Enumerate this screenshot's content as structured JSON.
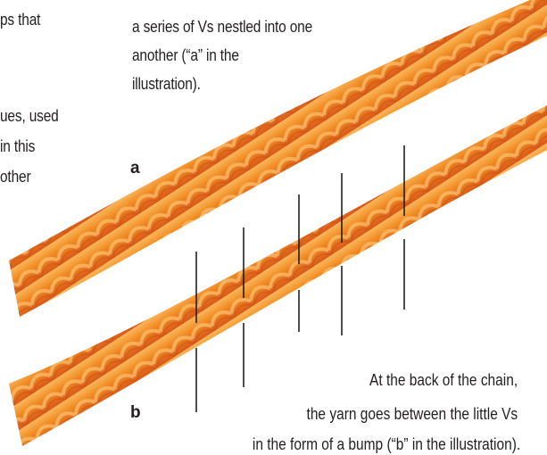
{
  "left_column": {
    "lines": [
      "ps that",
      "",
      "ues, used",
      "in this",
      "other"
    ]
  },
  "intro": {
    "lines": [
      "a series of Vs nestled into one",
      "another (“a” in the",
      "illustration)."
    ]
  },
  "caption": {
    "lines": [
      "At the back of the chain,",
      "the yarn goes between the little Vs",
      "in the form of a bump (“b” in the illustration)."
    ]
  },
  "labels": {
    "a": "a",
    "b": "b"
  },
  "colors": {
    "yarn_dark": "#d9591a",
    "yarn_mid": "#f08a22",
    "yarn_light": "#fbb75a",
    "text": "#231f20"
  }
}
